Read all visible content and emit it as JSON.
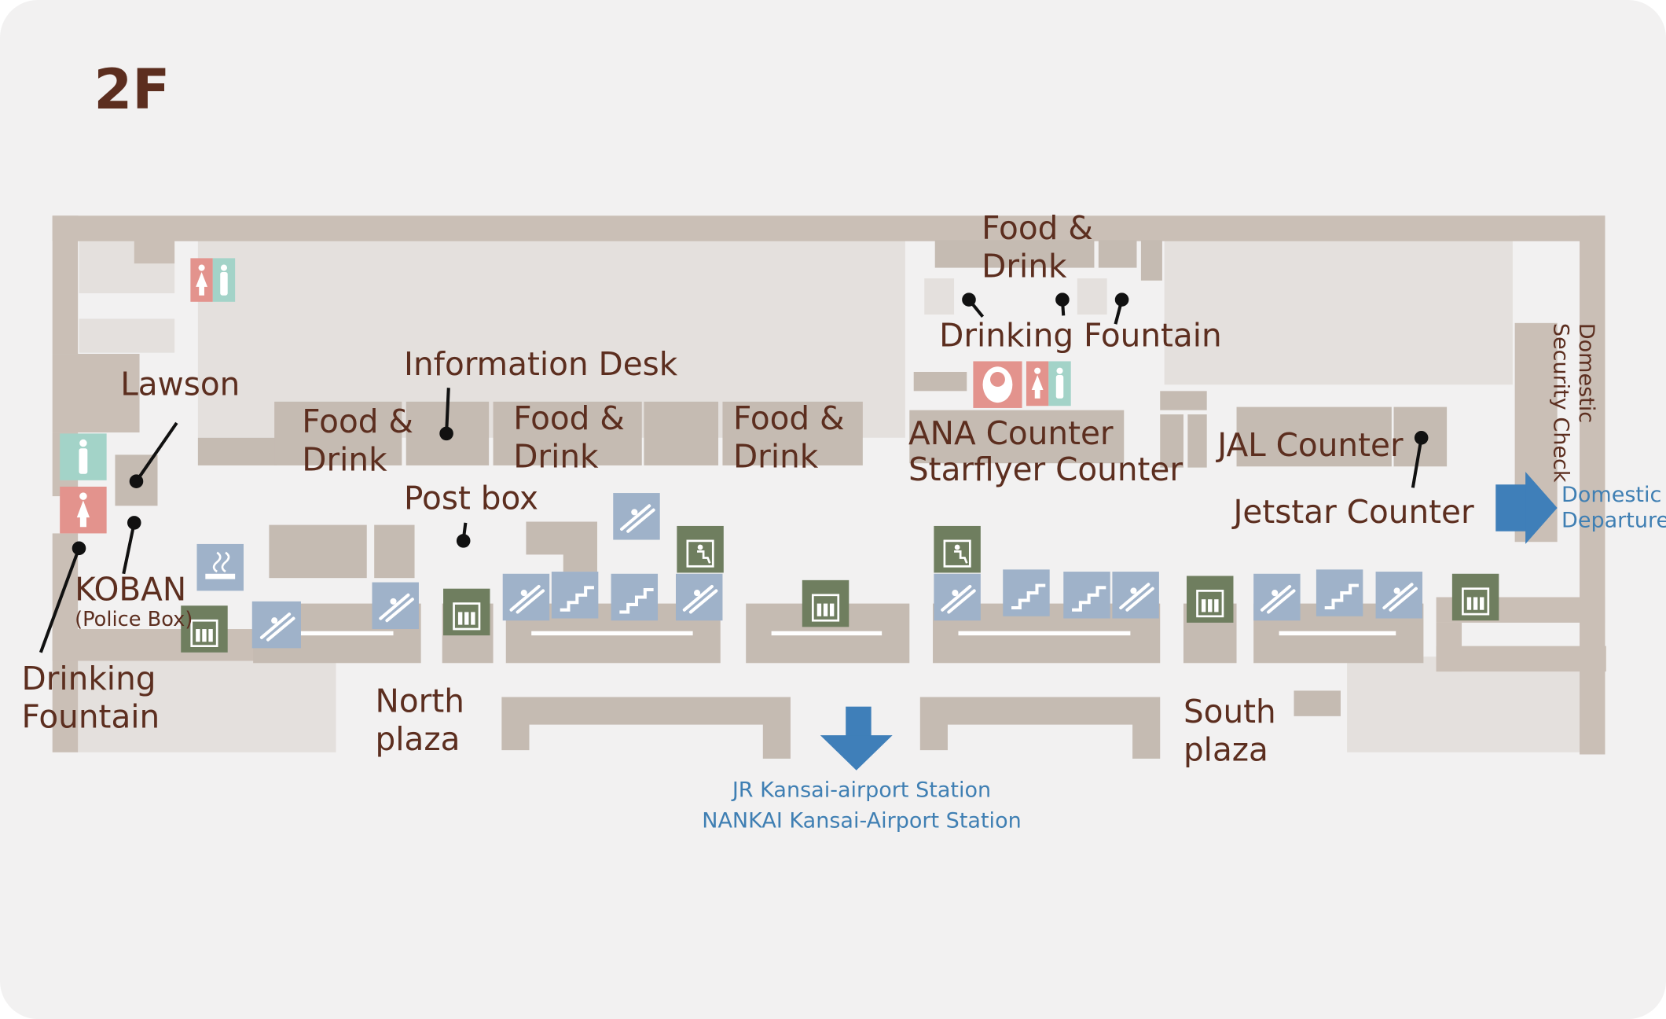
{
  "floor": {
    "title": "2F"
  },
  "colors": {
    "text": "#5c2e1f",
    "wall": "#cabfb6",
    "shop": "#c5bbb2",
    "light_area": "#e4e0dd",
    "background": "#f2f1f1",
    "toilet_female": "#e3938d",
    "toilet_male": "#a3d3c8",
    "escalator_stairs": "#9fb2c9",
    "elevator": "#6f7e5f",
    "accent_blue": "#3f7fb9",
    "accent_blue_text": "#3f7fb3"
  },
  "labels": {
    "lawson": "Lawson",
    "information_desk": "Information Desk",
    "food_drink_1": [
      "Food &",
      "Drink"
    ],
    "food_drink_2": [
      "Food &",
      "Drink"
    ],
    "food_drink_3": [
      "Food &",
      "Drink"
    ],
    "food_drink_top": [
      "Food &",
      "Drink"
    ],
    "post_box": "Post box",
    "koban": "KOBAN",
    "koban_sub": "(Police Box)",
    "drinking_fountain_left": [
      "Drinking",
      "Fountain"
    ],
    "drinking_fountain_top": "Drinking Fountain",
    "north_plaza": [
      "North",
      "plaza"
    ],
    "south_plaza": [
      "South",
      "plaza"
    ],
    "ana_counter": "ANA Counter",
    "starflyer_counter": "Starflyer Counter",
    "jal_counter": "JAL Counter",
    "jetstar_counter": "Jetstar Counter",
    "security_check": [
      "Domestic",
      "Security Check"
    ],
    "domestic_departure": [
      "Domestic",
      "Departure"
    ],
    "jr_station": "JR Kansai-airport Station",
    "nankai_station": "NANKAI Kansai-Airport Station"
  },
  "icons": [
    "toilet-female-icon",
    "toilet-male-icon",
    "escalator-icon",
    "stairs-icon",
    "elevator-icon",
    "accessible-elevator-icon",
    "smoking-area-icon",
    "baby-room-icon"
  ]
}
